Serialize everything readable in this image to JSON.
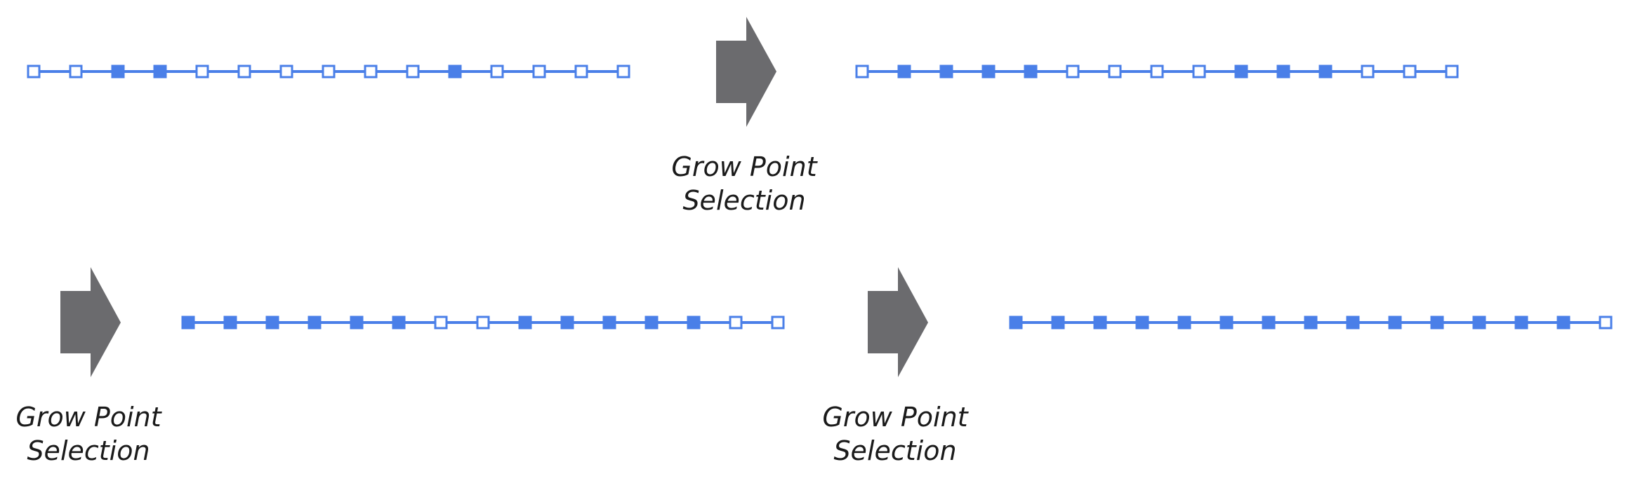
{
  "colors": {
    "line": "#4a7fe8",
    "point_fill": "#4a7fe8",
    "point_empty_fill": "#ffffff",
    "arrow": "#6b6b6e"
  },
  "steps": [
    {
      "id": "step-1",
      "points": [
        0,
        0,
        1,
        1,
        0,
        0,
        0,
        0,
        0,
        0,
        1,
        0,
        0,
        0,
        0
      ]
    },
    {
      "id": "step-2",
      "points": [
        0,
        1,
        1,
        1,
        1,
        0,
        0,
        0,
        0,
        1,
        1,
        1,
        0,
        0,
        0
      ]
    },
    {
      "id": "step-3",
      "points": [
        1,
        1,
        1,
        1,
        1,
        1,
        0,
        0,
        1,
        1,
        1,
        1,
        1,
        0,
        0
      ]
    },
    {
      "id": "step-4",
      "points": [
        1,
        1,
        1,
        1,
        1,
        1,
        1,
        1,
        1,
        1,
        1,
        1,
        1,
        1,
        0
      ]
    }
  ],
  "arrows": [
    {
      "id": "arrow-1",
      "label_line1": "Grow Point",
      "label_line2": "Selection",
      "icon": "right-arrow-icon"
    },
    {
      "id": "arrow-2",
      "label_line1": "Grow Point",
      "label_line2": "Selection",
      "icon": "right-arrow-icon"
    },
    {
      "id": "arrow-3",
      "label_line1": "Grow Point",
      "label_line2": "Selection",
      "icon": "right-arrow-icon"
    }
  ]
}
